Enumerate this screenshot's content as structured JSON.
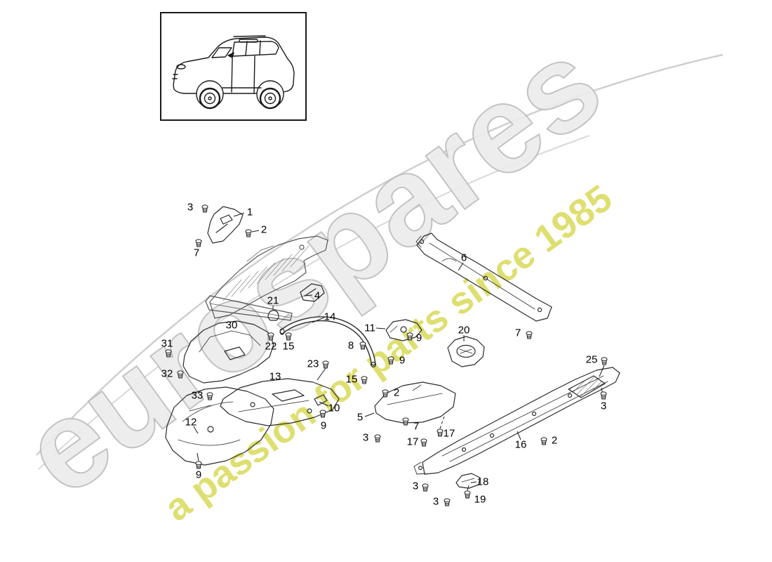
{
  "watermarks": {
    "brand": "eurospares",
    "tagline": "a passion for parts since 1985",
    "brand_fill": "#ececec",
    "brand_stroke": "#bcbcbc",
    "tagline_color": "#d6d84e",
    "swoosh_color": "#cfcfcf"
  },
  "diagram": {
    "line_color": "#2b2b2b",
    "vehicle_icon": "cayenne-suv-side-view-icon"
  },
  "callouts": [
    {
      "label": "3"
    },
    {
      "label": "1"
    },
    {
      "label": "2"
    },
    {
      "label": "7"
    },
    {
      "label": "4"
    },
    {
      "label": "21"
    },
    {
      "label": "14"
    },
    {
      "label": "30"
    },
    {
      "label": "6"
    },
    {
      "label": "11"
    },
    {
      "label": "9"
    },
    {
      "label": "22"
    },
    {
      "label": "15"
    },
    {
      "label": "8"
    },
    {
      "label": "31"
    },
    {
      "label": "20"
    },
    {
      "label": "7"
    },
    {
      "label": "23"
    },
    {
      "label": "9"
    },
    {
      "label": "32"
    },
    {
      "label": "13"
    },
    {
      "label": "15"
    },
    {
      "label": "33"
    },
    {
      "label": "2"
    },
    {
      "label": "25"
    },
    {
      "label": "10"
    },
    {
      "label": "12"
    },
    {
      "label": "5"
    },
    {
      "label": "3"
    },
    {
      "label": "9"
    },
    {
      "label": "7"
    },
    {
      "label": "3"
    },
    {
      "label": "17"
    },
    {
      "label": "17"
    },
    {
      "label": "16"
    },
    {
      "label": "2"
    },
    {
      "label": "9"
    },
    {
      "label": "18"
    },
    {
      "label": "3"
    },
    {
      "label": "3"
    },
    {
      "label": "19"
    }
  ]
}
